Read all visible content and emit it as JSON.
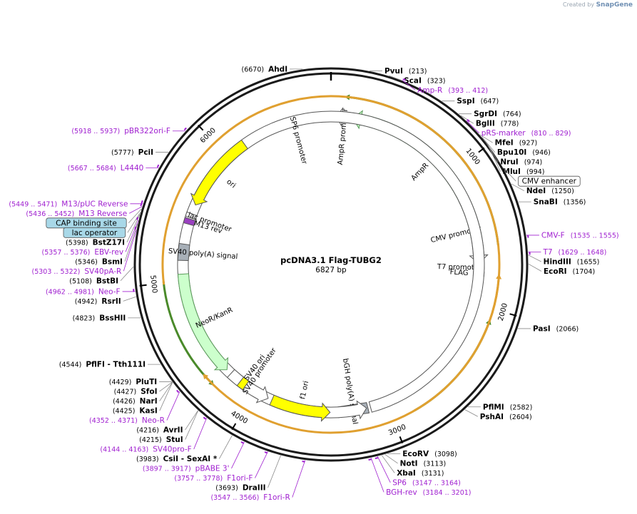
{
  "credit": {
    "prefix": "Created by",
    "brand": "SnapGene"
  },
  "plasmid": {
    "name": "pcDNA3.1 Flag-TUBG2",
    "size_label": "6827 bp",
    "length": 6827
  },
  "ticks": [
    "1000",
    "2000",
    "3000",
    "4000",
    "5000",
    "6000"
  ],
  "enzymes": [
    {
      "name": "AhdI",
      "pos": "(6670)",
      "site": 6670,
      "side": "left"
    },
    {
      "name": "PvuI",
      "pos": "(213)",
      "site": 213,
      "side": "right"
    },
    {
      "name": "ScaI",
      "pos": "(323)",
      "site": 323,
      "side": "right"
    },
    {
      "name": "SspI",
      "pos": "(647)",
      "site": 647,
      "side": "right"
    },
    {
      "name": "SgrDI",
      "pos": "(764)",
      "site": 764,
      "side": "right"
    },
    {
      "name": "BglII",
      "pos": "(778)",
      "site": 778,
      "side": "right"
    },
    {
      "name": "MfeI",
      "pos": "(927)",
      "site": 927,
      "side": "right"
    },
    {
      "name": "Bpu10I",
      "pos": "(946)",
      "site": 946,
      "side": "right"
    },
    {
      "name": "NruI",
      "pos": "(974)",
      "site": 974,
      "side": "right"
    },
    {
      "name": "MluI",
      "pos": "(994)",
      "site": 994,
      "side": "right"
    },
    {
      "name": "NdeI",
      "pos": "(1250)",
      "site": 1250,
      "side": "right"
    },
    {
      "name": "SnaBI",
      "pos": "(1356)",
      "site": 1356,
      "side": "right"
    },
    {
      "name": "HindIII",
      "pos": "(1655)",
      "site": 1655,
      "side": "right"
    },
    {
      "name": "EcoRI",
      "pos": "(1704)",
      "site": 1704,
      "side": "right"
    },
    {
      "name": "PasI",
      "pos": "(2066)",
      "site": 2066,
      "side": "right"
    },
    {
      "name": "PflMI",
      "pos": "(2582)",
      "site": 2582,
      "side": "right"
    },
    {
      "name": "PshAI",
      "pos": "(2604)",
      "site": 2604,
      "side": "right"
    },
    {
      "name": "EcoRV",
      "pos": "(3098)",
      "site": 3098,
      "side": "right"
    },
    {
      "name": "NotI",
      "pos": "(3113)",
      "site": 3113,
      "side": "right"
    },
    {
      "name": "XbaI",
      "pos": "(3131)",
      "site": 3131,
      "side": "right"
    },
    {
      "name": "DraIII",
      "pos": "(3693)",
      "site": 3693,
      "side": "left"
    },
    {
      "name": "CsiI   - SexAI *",
      "pos": "(3983)",
      "site": 3983,
      "side": "left"
    },
    {
      "name": "StuI",
      "pos": "(4215)",
      "site": 4215,
      "side": "left"
    },
    {
      "name": "AvrII",
      "pos": "(4216)",
      "site": 4216,
      "side": "left"
    },
    {
      "name": "KasI",
      "pos": "(4425)",
      "site": 4425,
      "side": "left"
    },
    {
      "name": "NarI",
      "pos": "(4426)",
      "site": 4426,
      "side": "left"
    },
    {
      "name": "SfoI",
      "pos": "(4427)",
      "site": 4427,
      "side": "left"
    },
    {
      "name": "PluTI",
      "pos": "(4429)",
      "site": 4429,
      "side": "left"
    },
    {
      "name": "PflFI   - Tth111I",
      "pos": "(4544)",
      "site": 4544,
      "side": "left"
    },
    {
      "name": "BssHII",
      "pos": "(4823)",
      "site": 4823,
      "side": "left"
    },
    {
      "name": "RsrII",
      "pos": "(4942)",
      "site": 4942,
      "side": "left"
    },
    {
      "name": "BstBI",
      "pos": "(5108)",
      "site": 5108,
      "side": "left"
    },
    {
      "name": "BsmI",
      "pos": "(5346)",
      "site": 5346,
      "side": "left"
    },
    {
      "name": "BstZ17I",
      "pos": "(5398)",
      "site": 5398,
      "side": "left"
    },
    {
      "name": "PciI",
      "pos": "(5777)",
      "site": 5777,
      "side": "left"
    }
  ],
  "primers": [
    {
      "name": "Amp-R",
      "pos": "(393 .. 412)",
      "site": 402,
      "side": "right"
    },
    {
      "name": "pRS-marker",
      "pos": "(810 .. 829)",
      "site": 820,
      "side": "right"
    },
    {
      "name": "CMV-F",
      "pos": "(1535 .. 1555)",
      "site": 1545,
      "side": "right"
    },
    {
      "name": "T7",
      "pos": "(1629 .. 1648)",
      "site": 1638,
      "side": "right"
    },
    {
      "name": "SP6",
      "pos": "(3147 .. 3164)",
      "site": 3155,
      "side": "right"
    },
    {
      "name": "BGH-rev",
      "pos": "(3184 .. 3201)",
      "site": 3192,
      "side": "right"
    },
    {
      "name": "F1ori-R",
      "pos": "(3547 .. 3566)",
      "site": 3556,
      "side": "left"
    },
    {
      "name": "F1ori-F",
      "pos": "(3757 .. 3778)",
      "site": 3767,
      "side": "left"
    },
    {
      "name": "pBABE 3'",
      "pos": "(3897 .. 3917)",
      "site": 3907,
      "side": "left"
    },
    {
      "name": "SV40pro-F",
      "pos": "(4144 .. 4163)",
      "site": 4153,
      "side": "left"
    },
    {
      "name": "Neo-R",
      "pos": "(4352 .. 4371)",
      "site": 4361,
      "side": "left"
    },
    {
      "name": "Neo-F",
      "pos": "(4962 .. 4981)",
      "site": 4971,
      "side": "left"
    },
    {
      "name": "SV40pA-R",
      "pos": "(5303 .. 5322)",
      "site": 5312,
      "side": "left"
    },
    {
      "name": "EBV-rev",
      "pos": "(5357 .. 5376)",
      "site": 5366,
      "side": "left"
    },
    {
      "name": "M13 Reverse",
      "pos": "(5436 .. 5452)",
      "site": 5444,
      "side": "left"
    },
    {
      "name": "M13/pUC Reverse",
      "pos": "(5449 .. 5471)",
      "site": 5460,
      "side": "left"
    },
    {
      "name": "L4440",
      "pos": "(5667 .. 5684)",
      "site": 5675,
      "side": "left"
    },
    {
      "name": "pBR322ori-F",
      "pos": "(5918 .. 5937)",
      "site": 5927,
      "side": "left"
    }
  ],
  "boxed_labels": [
    {
      "name": "CMV enhancer",
      "site": 1150,
      "side": "right",
      "fill": "#ffffff"
    },
    {
      "name": "CAP binding site",
      "site": 5430,
      "side": "left",
      "fill": "#a8d8e8"
    },
    {
      "name": "lac operator",
      "site": 5410,
      "side": "left",
      "fill": "#a8d8e8"
    }
  ],
  "features": [
    {
      "name": "AmpR",
      "start": 1500,
      "end": 160,
      "shape": "arrow",
      "dir": -1,
      "fill": "#ccffcc",
      "stroke": "#5a9a5a"
    },
    {
      "name": "AmpR promoter",
      "start": 160,
      "end": 40,
      "shape": "arrow",
      "dir": -1,
      "fill": "#ffffff",
      "stroke": "#555555"
    },
    {
      "name": "CMV promoter",
      "start": 1200,
      "end": 1700,
      "shape": "arrow",
      "dir": 1,
      "fill": "#ffffff",
      "stroke": "#555555"
    },
    {
      "name": "T7 promoter",
      "start": 1720,
      "end": 1740,
      "shape": "box",
      "fill": "#ffffff",
      "stroke": "#555555"
    },
    {
      "name": "FLAG",
      "start": 1760,
      "end": 1790,
      "shape": "box",
      "fill": "#e090a0",
      "stroke": "#555555"
    },
    {
      "name": "bGH poly(A) signal",
      "start": 3140,
      "end": 3360,
      "shape": "box",
      "fill": "#a8b0b8",
      "stroke": "#555555"
    },
    {
      "name": "SP6 promoter",
      "start": 3120,
      "end": 3150,
      "shape": "arrow",
      "dir": -1,
      "fill": "#ffffff",
      "stroke": "#555555"
    },
    {
      "name": "f1 ori",
      "start": 3860,
      "end": 3420,
      "shape": "arrow",
      "dir": -1,
      "fill": "#ffff00",
      "stroke": "#555555"
    },
    {
      "name": "SV40 promoter",
      "start": 4220,
      "end": 3890,
      "shape": "arrow",
      "dir": -1,
      "fill": "#ffffff",
      "stroke": "#555555"
    },
    {
      "name": "SV40 ori",
      "start": 4080,
      "end": 4130,
      "shape": "box",
      "fill": "#ffff00",
      "stroke": "#555555"
    },
    {
      "name": "NeoR/KanR",
      "start": 5050,
      "end": 4260,
      "shape": "arrow",
      "dir": -1,
      "fill": "#ccffcc",
      "stroke": "#5a9a5a"
    },
    {
      "name": "SV40 poly(A) signal",
      "start": 5270,
      "end": 5150,
      "shape": "box",
      "fill": "#a8b0b8",
      "stroke": "#555555"
    },
    {
      "name": "M13 rev",
      "start": 5420,
      "end": 5460,
      "shape": "box",
      "fill": "#9a40c0",
      "stroke": "#555555"
    },
    {
      "name": "lac promoter",
      "start": 5470,
      "end": 5500,
      "shape": "box",
      "fill": "#ffffff",
      "stroke": "#555555"
    },
    {
      "name": "ori",
      "start": 6150,
      "end": 5570,
      "shape": "arrow",
      "dir": -1,
      "fill": "#ffff00",
      "stroke": "#555555"
    }
  ],
  "orfs": [
    {
      "start": 1580,
      "end": 120,
      "dir": -1,
      "color": "#4a8a2a"
    },
    {
      "start": 2850,
      "end": 2100,
      "dir": -1,
      "color": "#4a8a2a"
    },
    {
      "start": 2250,
      "end": 1800,
      "dir": -1,
      "color": "#e0a030"
    },
    {
      "start": 5010,
      "end": 4280,
      "dir": -1,
      "color": "#4a8a2a"
    },
    {
      "start": 4990,
      "end": 4320,
      "dir": 1,
      "color": "#e0a030"
    }
  ],
  "colors": {
    "backbone": "#1a1a1a",
    "enzyme": "#000000",
    "primer": "#a020d0",
    "leader": "#888888"
  }
}
